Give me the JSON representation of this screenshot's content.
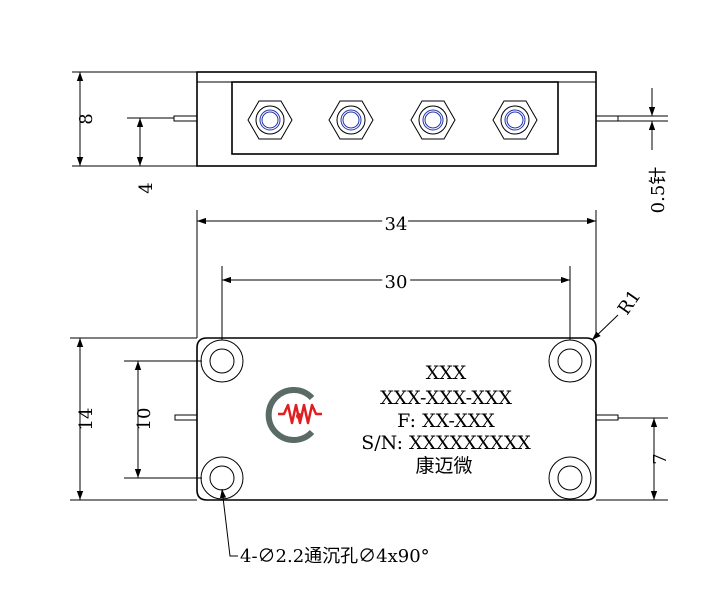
{
  "dimensions": {
    "top_height": "8",
    "top_pin_height": "4",
    "pin_thickness": "0.5针",
    "overall_width": "34",
    "hole_spacing": "30",
    "corner_radius": "R1",
    "overall_height": "14",
    "hole_vertical_spacing": "10",
    "pin_offset": "7"
  },
  "label": {
    "line1": "XXX",
    "line2": "XXX-XXX-XXX",
    "line3": "F: XX-XXX",
    "line4": "S/N: XXXXXXXXX",
    "brand": "康迈微"
  },
  "note": "4-∅2.2通沉孔∅4x90°",
  "logo": {
    "name": "cmw-logo",
    "arc_color": "#5a6a64",
    "accent_color": "#e02020"
  }
}
